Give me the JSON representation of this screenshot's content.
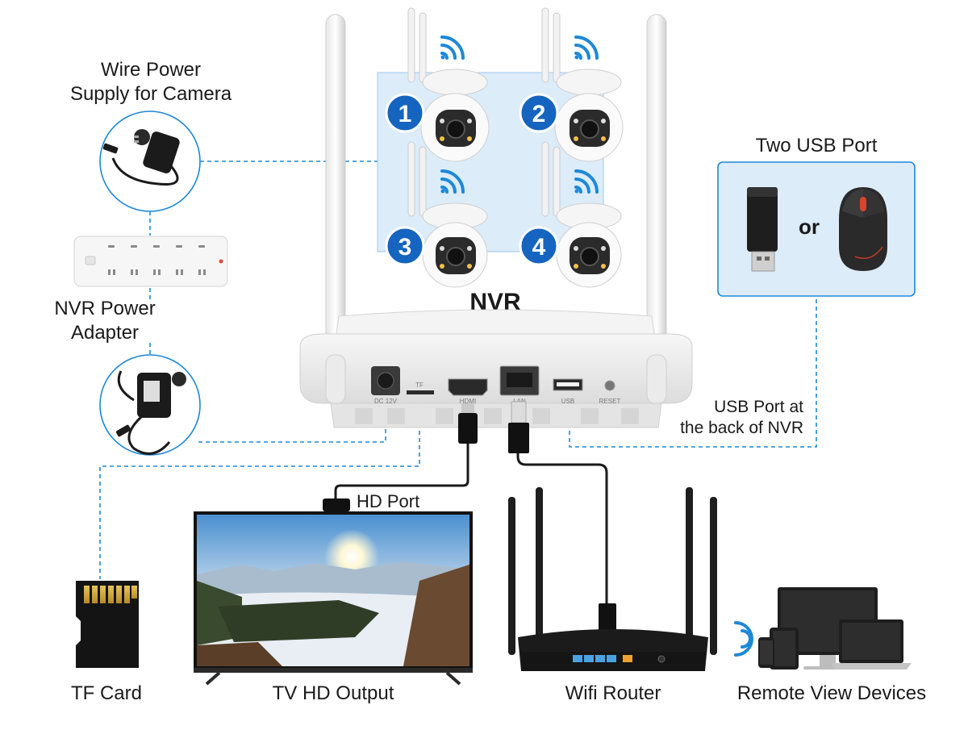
{
  "diagram": {
    "camera_numbers": [
      "1",
      "2",
      "3",
      "4"
    ],
    "nvr_label": "NVR",
    "or_label": "or",
    "labels": {
      "wire_power_line1": "Wire Power",
      "wire_power_line2": "Supply for Camera",
      "nvr_power_line1": "NVR Power",
      "nvr_power_line2": "Adapter",
      "two_usb_port": "Two USB Port",
      "usb_back_line1": "USB Port at",
      "usb_back_line2": "the back of NVR",
      "hd_port": "HD Port",
      "tf_card": "TF Card",
      "tv_hd_output": "TV HD Output",
      "wifi_router": "Wifi Router",
      "remote_view_devices": "Remote View Devices"
    },
    "nvr_ports": {
      "dc": "DC 12V",
      "tf": "TF",
      "hdmi": "HDMI",
      "lan": "LAN",
      "usb": "USB",
      "reset": "RESET"
    }
  },
  "colors": {
    "accent_blue": "#1e88d6",
    "camera_badge": "#1565c0",
    "panel_fill": "#dcecf9",
    "router_ports": "#4aa3e0",
    "router_wan": "#f0a030"
  },
  "icons": [
    "wifi-signal-icon",
    "power-adapter-icon",
    "power-strip-icon",
    "usb-dongle-icon",
    "mouse-icon",
    "sd-card-icon",
    "tv-icon",
    "router-icon",
    "monitor-icon",
    "phone-icon",
    "tablet-icon",
    "laptop-icon"
  ]
}
